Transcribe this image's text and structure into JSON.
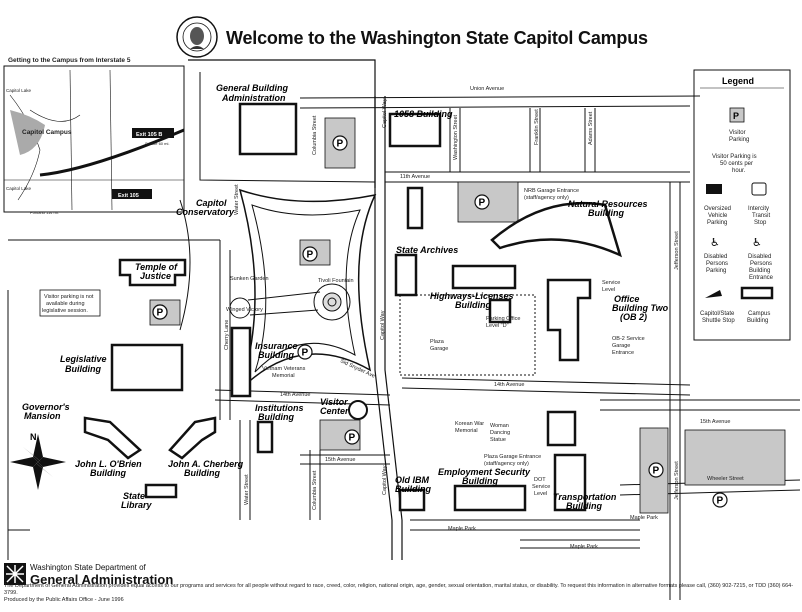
{
  "title": "Welcome to the Washington State Capitol Campus",
  "inset": {
    "heading": "Getting to the Campus from Interstate 5",
    "capitol_campus": "Capitol Campus",
    "capitol_lake_top": "Capitol Lake",
    "capitol_lake_bottom": "Capitol Lake",
    "exit_105b": "Exit 105 B",
    "exit_105": "Exit 105",
    "seattle": "Seattle 60 mi.",
    "portland": "Portland 114 mi."
  },
  "buildings": {
    "general_admin": [
      "General Building",
      "Administration"
    ],
    "b1058": "1058 Building",
    "capitol_conservatory": [
      "Capitol",
      "Conservatory"
    ],
    "natural_resources": [
      "Natural Resources",
      "Building"
    ],
    "state_archives": "State Archives",
    "temple_of_justice": [
      "Temple of",
      "Justice"
    ],
    "highways_licenses": [
      "Highways-Licenses",
      "Building"
    ],
    "office_building_two": [
      "Office",
      "Building Two",
      "(OB 2)"
    ],
    "insurance": [
      "Insurance",
      "Building"
    ],
    "legislative": [
      "Legislative",
      "Building"
    ],
    "governors_mansion": [
      "Governor's",
      "Mansion"
    ],
    "institutions": [
      "Institutions",
      "Building"
    ],
    "visitor_center": [
      "Visitor",
      "Center"
    ],
    "john_obrien": [
      "John L. O'Brien",
      "Building"
    ],
    "john_cherberg": [
      "John A. Cherberg",
      "Building"
    ],
    "state_library": [
      "State",
      "Library"
    ],
    "old_ibm": [
      "Old IBM",
      "Building"
    ],
    "employment_security": [
      "Employment Security",
      "Building"
    ],
    "transportation": [
      "Transportation",
      "Building"
    ]
  },
  "streets": {
    "union_avenue": "Union Avenue",
    "eleventh_avenue": "11th Avenue",
    "fourteenth_avenue": "14th Avenue",
    "fourteenth_avenue_w": "14th Avenue",
    "fifteenth_avenue": "15th Avenue",
    "fifteenth_avenue_e": "15th Avenue",
    "capitol_way": "Capitol Way",
    "capitol_way_mid": "Capitol Way",
    "capitol_way_low": "Capitol Way",
    "washington_street": "Washington Street",
    "franklin_street": "Franklin Street",
    "adams_street": "Adams Street",
    "jefferson_street": "Jefferson Street",
    "jefferson_street_s": "Jefferson Street",
    "columbia_street": "Columbia Street",
    "columbia_street_s": "Columbia Street",
    "water_street": "Water Street",
    "water_street_s": "Water Street",
    "cherry_lane": "Cherry Lane",
    "sid_snyder": "Sid Snyder Ave",
    "maple_park": "Maple Park",
    "maple_park_e": "Maple Park",
    "maple_park_w": "Maple Park",
    "wheeler_street": "Wheeler Street",
    "capitol_way_top": "Capitol Way"
  },
  "features": {
    "tivoli_fountain": "Tivoli Fountain",
    "sunken_garden": "Sunken Garden",
    "winged_victory": "Winged Victory",
    "vietnam_memorial": [
      "Vietnam Veterans",
      "Memorial"
    ],
    "korean_war_memorial": [
      "Korean War",
      "Memorial"
    ],
    "woman_dancing": [
      "Woman",
      "Dancing",
      "Statue"
    ],
    "plaza_garage": [
      "Plaza",
      "Garage"
    ],
    "nrb_garage": [
      "NRB Garage Entrance",
      "(staff/agency only)"
    ],
    "parking_level_d": [
      "Parking Office",
      "Level \"D\""
    ],
    "service_level": [
      "Service",
      "Level"
    ],
    "ob2_service": [
      "OB-2 Service",
      "Garage",
      "Entrance"
    ],
    "plaza_garage_entrance": [
      "Plaza Garage Entrance",
      "(staff/agency only)"
    ],
    "dot_service": [
      "DOT",
      "Service",
      "Level"
    ],
    "visitor_parking_note": [
      "Visitor parking is not",
      "available during",
      "legislative session."
    ]
  },
  "legend": {
    "title": "Legend",
    "visitor_parking": [
      "Visitor",
      "Parking"
    ],
    "visitor_parking_note": [
      "Visitor Parking is",
      "50 cents per",
      "hour."
    ],
    "oversized_vehicle": [
      "Oversized",
      "Vehicle",
      "Parking"
    ],
    "intercity_transit": [
      "Intercity",
      "Transit",
      "Stop"
    ],
    "disabled_parking": [
      "Disabled",
      "Persons",
      "Parking"
    ],
    "disabled_entrance": [
      "Disabled",
      "Persons",
      "Building",
      "Entrance"
    ],
    "shuttle_stop": [
      "Capitol/State",
      "Shuttle Stop"
    ],
    "campus_building": [
      "Campus",
      "Building"
    ]
  },
  "parking_symbol": "P",
  "disabled_symbol": "♿",
  "compass": {
    "n": "N"
  },
  "agency": {
    "dept": "Washington State Department of",
    "name": "General Administration"
  },
  "footer": [
    "The Department of General Administration provides equal access to our programs and services for all people without regard to race, creed, color, religion, national origin, age, gender, sexual orientation, marital status, or disability. To request this information in alternative formats please call, (360) 902-7215, or TDD (360) 664-3799.",
    "Produced by the Public Affairs Office - June 1996"
  ],
  "colors": {
    "ink": "#111111",
    "garage": "#c8c8c8",
    "paper": "#ffffff"
  }
}
